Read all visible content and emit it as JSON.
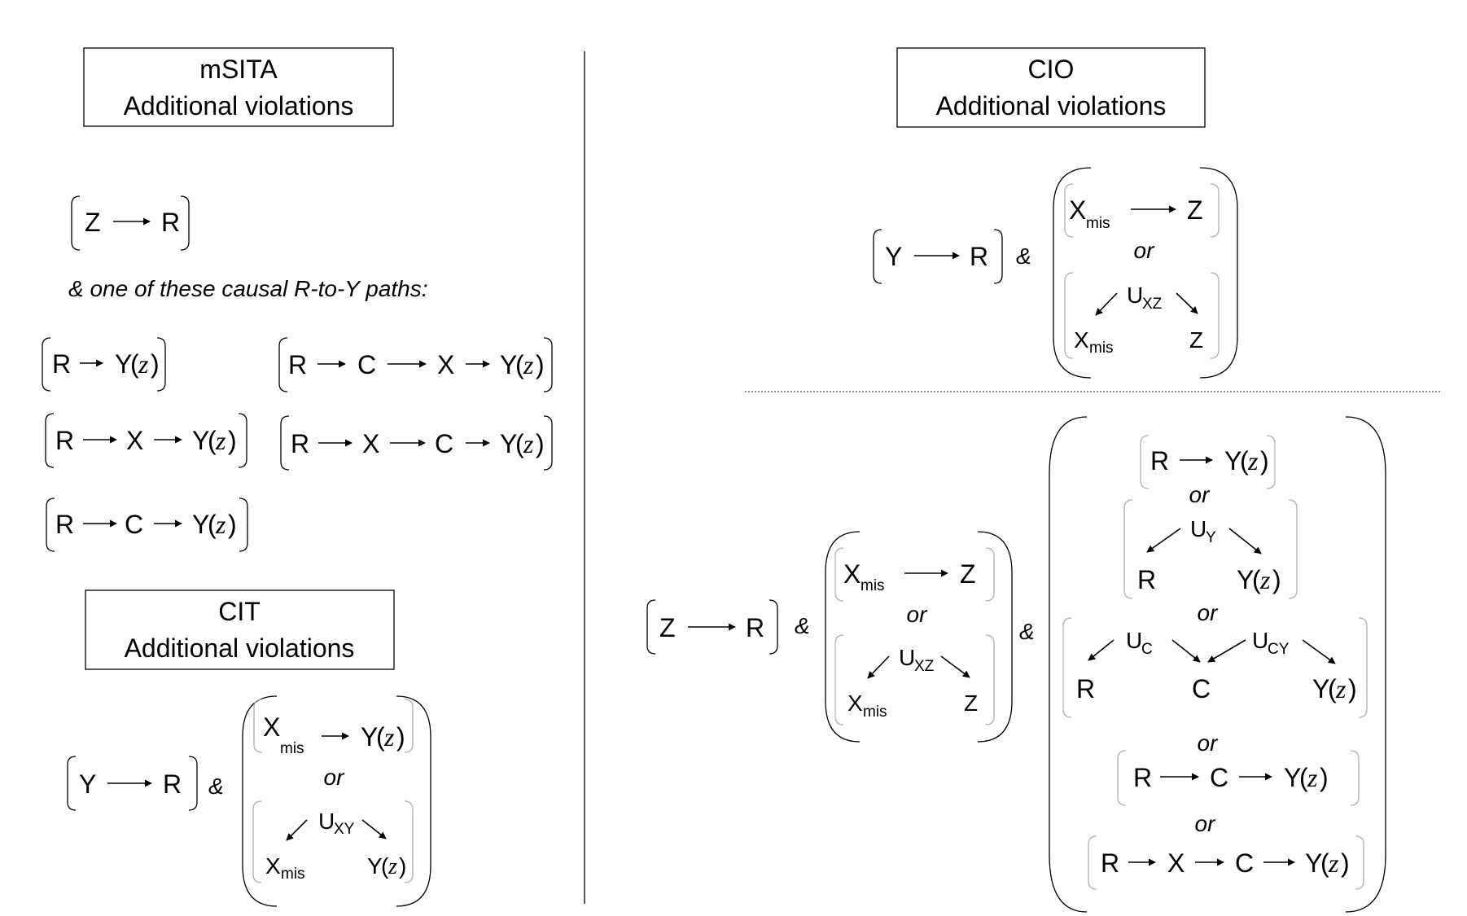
{
  "titles": {
    "msita": {
      "line1": "mSITA",
      "line2": "Additional violations"
    },
    "cit": {
      "line1": "CIT",
      "line2": "Additional violations"
    },
    "cio": {
      "line1": "CIO",
      "line2": "Additional violations"
    }
  },
  "nodes": {
    "Z": "Z",
    "R": "R",
    "Y": "Y",
    "X": "X",
    "C": "C",
    "U": "U",
    "z": "z",
    "mis": "mis",
    "xy_sub": "XY",
    "xz_sub": "XZ",
    "y_sub": "Y",
    "c_sub": "C",
    "cy_sub": "CY"
  },
  "labels": {
    "or": "or",
    "amp": "&",
    "paths_intro": "& one of these causal R-to-Y paths:"
  }
}
